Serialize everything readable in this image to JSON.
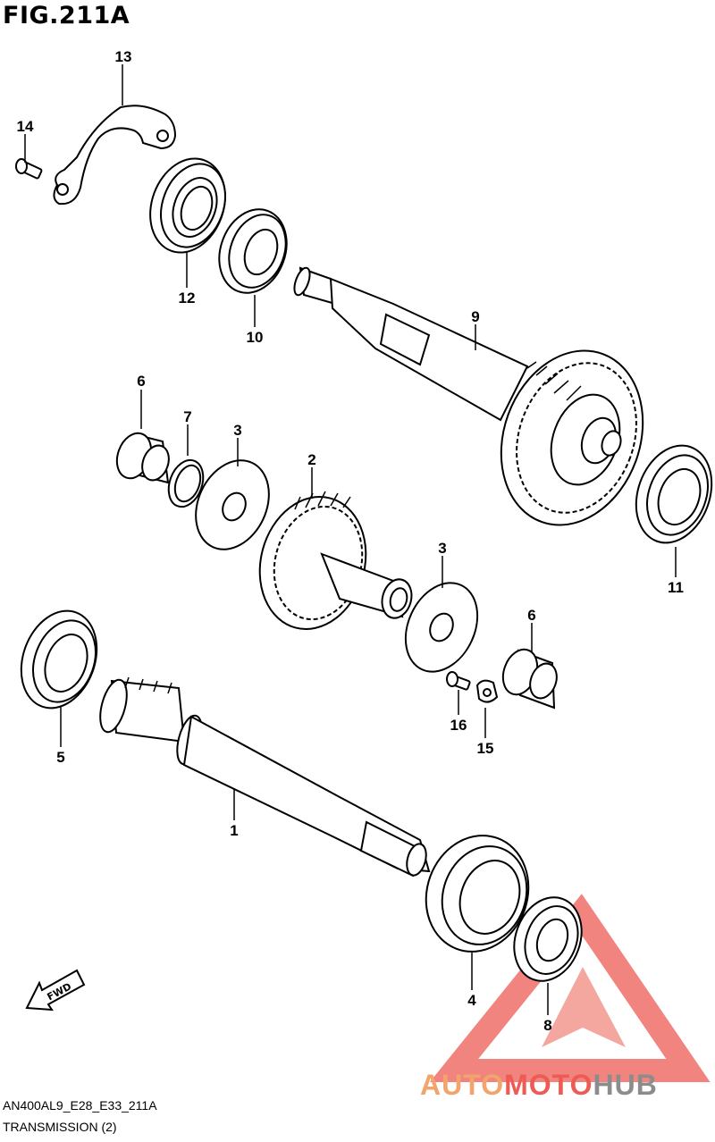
{
  "figure": {
    "title": "FIG.211A"
  },
  "callouts": [
    {
      "id": "13",
      "label": "13"
    },
    {
      "id": "14",
      "label": "14"
    },
    {
      "id": "12",
      "label": "12"
    },
    {
      "id": "10",
      "label": "10"
    },
    {
      "id": "9",
      "label": "9"
    },
    {
      "id": "6a",
      "label": "6"
    },
    {
      "id": "7",
      "label": "7"
    },
    {
      "id": "3a",
      "label": "3"
    },
    {
      "id": "2",
      "label": "2"
    },
    {
      "id": "11",
      "label": "11"
    },
    {
      "id": "3b",
      "label": "3"
    },
    {
      "id": "6b",
      "label": "6"
    },
    {
      "id": "16",
      "label": "16"
    },
    {
      "id": "15",
      "label": "15"
    },
    {
      "id": "5",
      "label": "5"
    },
    {
      "id": "1",
      "label": "1"
    },
    {
      "id": "4",
      "label": "4"
    },
    {
      "id": "8",
      "label": "8"
    }
  ],
  "fwd_arrow": {
    "label": "FWD"
  },
  "footer": {
    "code": "AN400AL9_E28_E33_211A",
    "name": "TRANSMISSION (2)"
  },
  "watermark": {
    "part1": "AUTO",
    "part2": "MOTO",
    "part3": "HUB"
  },
  "colors": {
    "line": "#000000",
    "wm_orange": "#f3a46d",
    "wm_red": "#ee5b55",
    "wm_gray": "#8c8c8c"
  }
}
